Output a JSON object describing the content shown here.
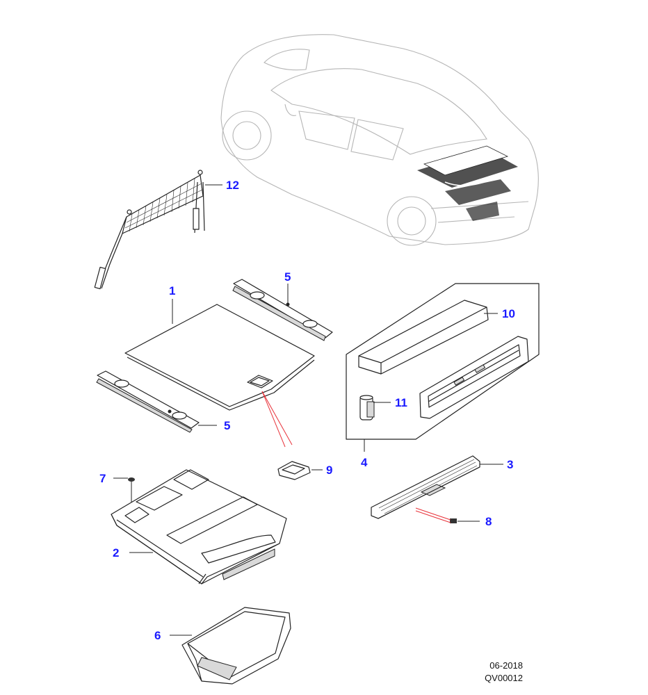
{
  "callouts": {
    "c1": "1",
    "c2": "2",
    "c3": "3",
    "c4": "4",
    "c5a": "5",
    "c5b": "5",
    "c6": "6",
    "c7": "7",
    "c8": "8",
    "c9": "9",
    "c10": "10",
    "c11": "11",
    "c12": "12"
  },
  "footer": {
    "date": "06-2018",
    "code": "QV00012"
  },
  "colors": {
    "callout_text": "#1a1aff",
    "leader_red": "#e8323a",
    "line_art": "#222222",
    "vehicle_outline": "#b5b5b5"
  }
}
